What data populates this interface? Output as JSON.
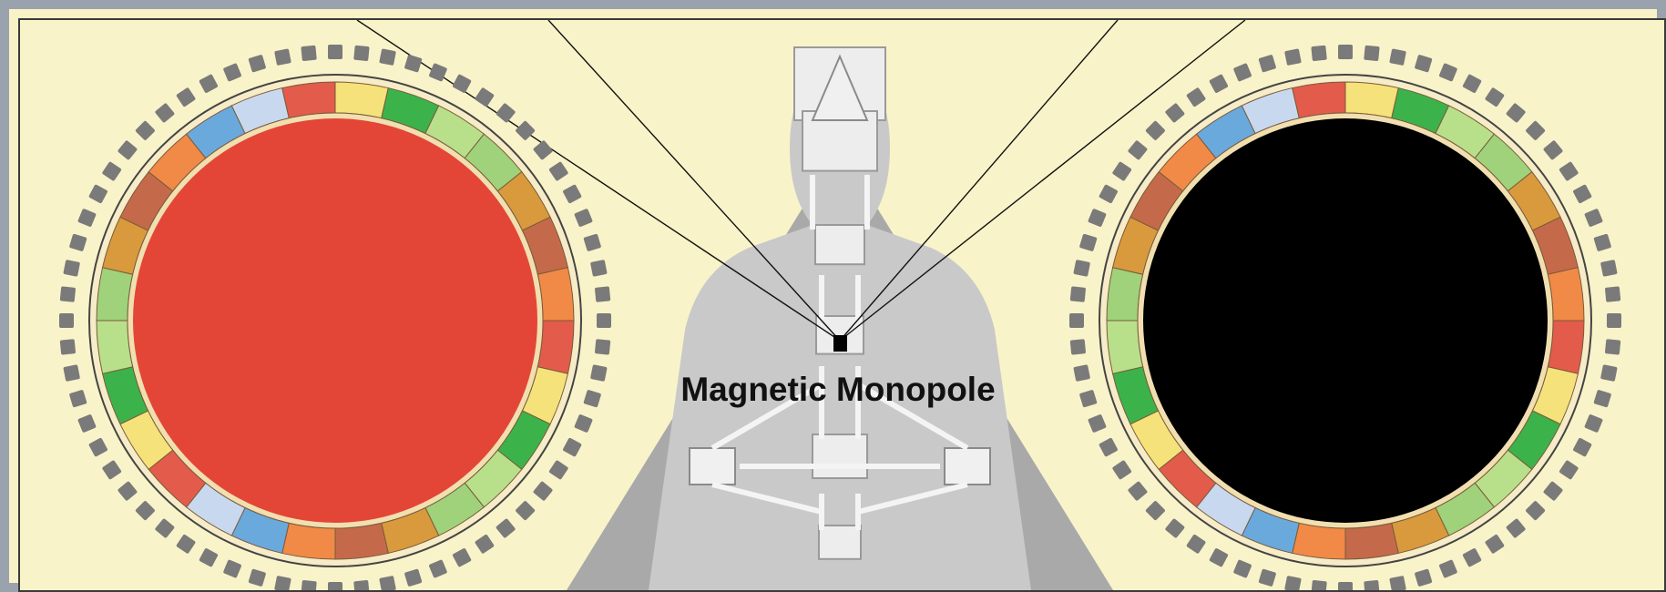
{
  "caption": "Magnetic Monopole",
  "colors": {
    "background": "#f9f3c9",
    "left_center_disc": "#e34636",
    "right_center_disc": "#000000",
    "bodygraph": "#bcbcbc",
    "monopole_marker": "#000000"
  },
  "mandalas": [
    {
      "center_fill_key": "left_center_disc"
    },
    {
      "center_fill_key": "right_center_disc"
    }
  ],
  "icons": [
    "left-mandala-wheel",
    "right-mandala-wheel",
    "human-design-bodygraph",
    "monopole-marker"
  ]
}
